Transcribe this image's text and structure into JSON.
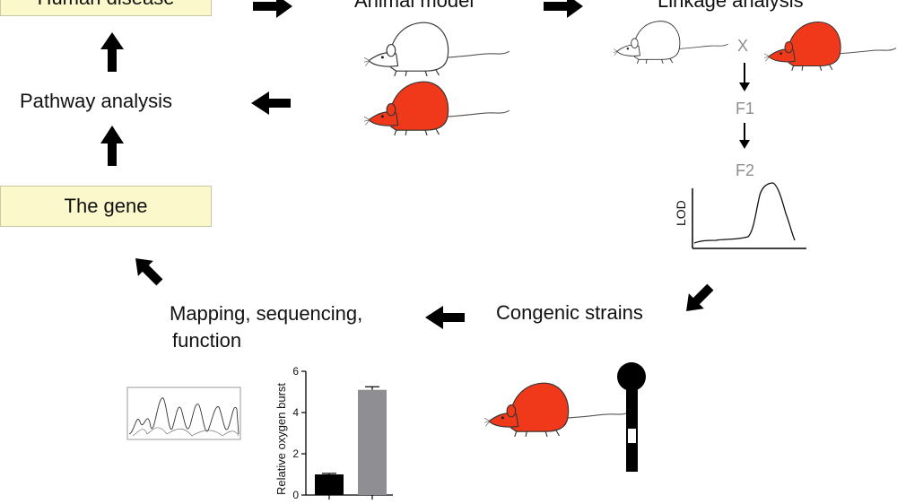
{
  "boxes": {
    "human_disease": "Human disease",
    "the_gene": "The gene"
  },
  "steps": {
    "animal_model": "Animal model",
    "linkage_analysis": "Linkage analysis",
    "pathway_analysis": "Pathway analysis",
    "congenic_strains": "Congenic strains",
    "mapping_line1": "Mapping, sequencing,",
    "mapping_line2": "function"
  },
  "cross": {
    "x": "X",
    "f1": "F1",
    "f2": "F2"
  },
  "lod_plot": {
    "ylabel": "LOD"
  },
  "chart_data": {
    "type": "bar",
    "categories": [
      "",
      ""
    ],
    "values": [
      1.0,
      5.1
    ],
    "errors": [
      0.05,
      0.15
    ],
    "colors": [
      "#000000",
      "#8e8e93"
    ],
    "ylabel": "Relative oxygen burst",
    "ylim": [
      0,
      6
    ],
    "yticks": [
      "0",
      "2",
      "4",
      "6"
    ]
  },
  "colors": {
    "red_rat": "#f0391a",
    "box_fill": "#fbf9cc",
    "gray_text": "#8e8e8e"
  }
}
